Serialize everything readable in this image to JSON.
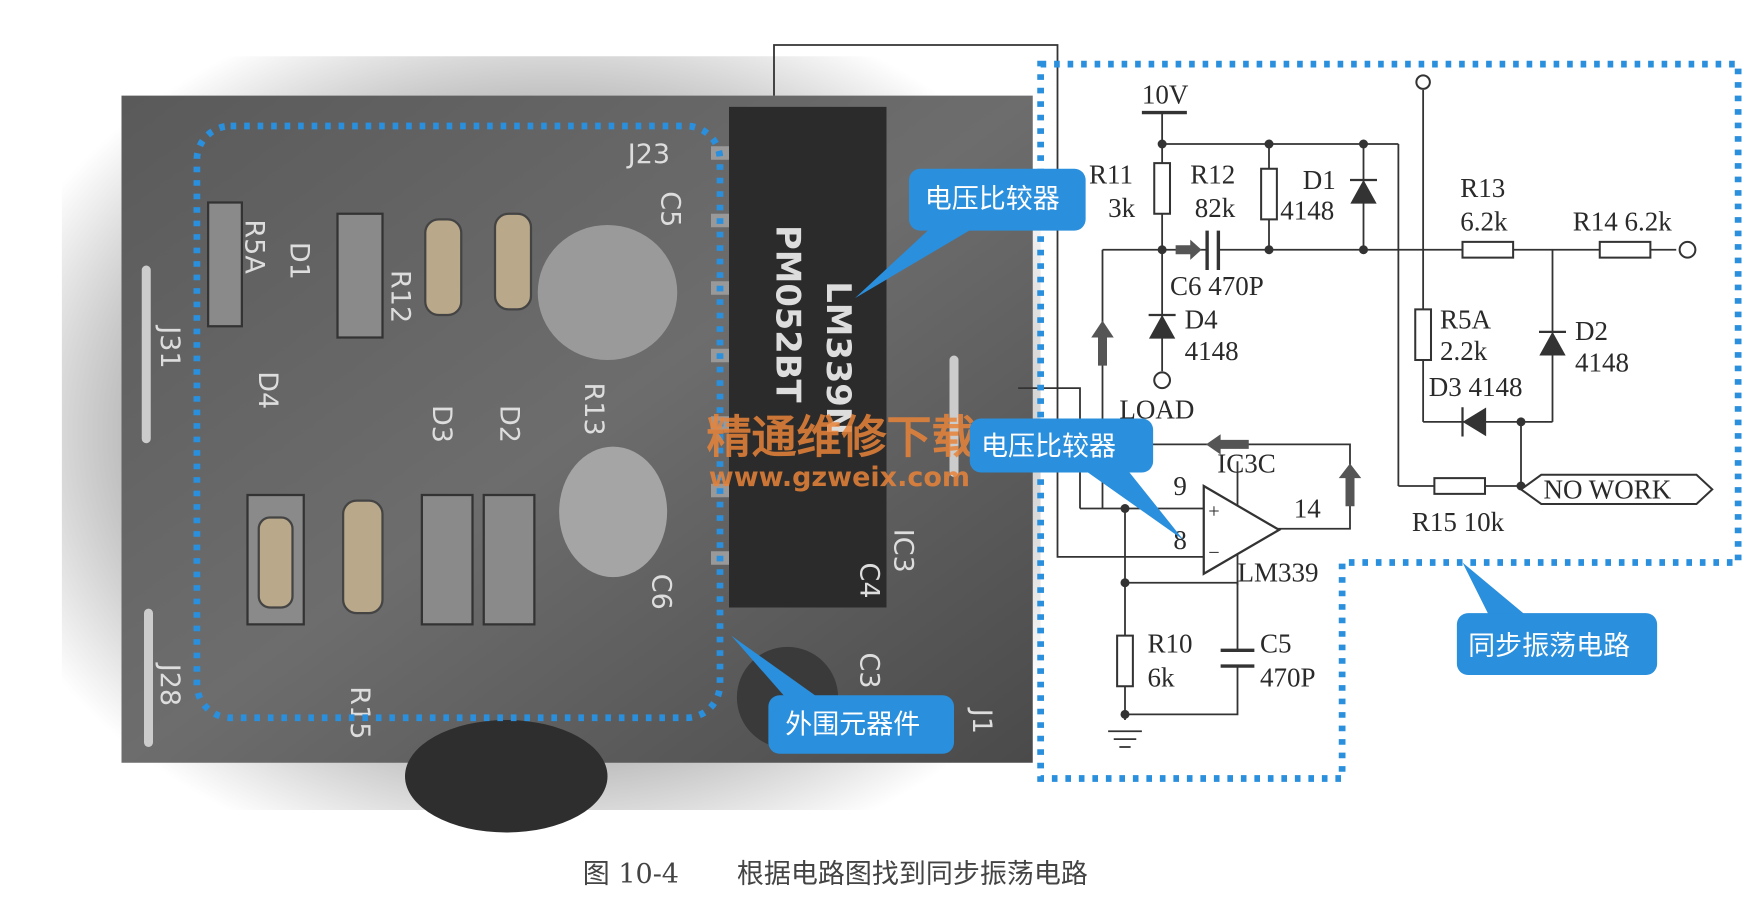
{
  "caption": {
    "figure": "图 10-4",
    "title": "根据电路图找到同步振荡电路"
  },
  "callouts": {
    "comparator_top": "电压比较器",
    "comparator_mid": "电压比较器",
    "peripheral": "外围元器件",
    "sync_osc": "同步振荡电路"
  },
  "watermark": {
    "cn": "精通维修下载",
    "url": "www.gzweix.com"
  },
  "pcb_labels": {
    "j23": "J23",
    "c5": "C5",
    "r5a": "R5A",
    "d1": "D1",
    "r12": "R12",
    "j31": "J31",
    "d4": "D4",
    "d3": "D3",
    "d2": "D2",
    "r13": "R13",
    "c6": "C6",
    "j28": "J28",
    "r15": "R15",
    "ic3": "IC3",
    "c4": "C4",
    "c3": "C3",
    "j1": "J1",
    "chip1": "PM052BT",
    "chip2": "LM339N"
  },
  "schematic": {
    "supply": "10V",
    "r11": {
      "name": "R11",
      "value": "3k"
    },
    "r12": {
      "name": "R12",
      "value": "82k"
    },
    "d1": {
      "name": "D1",
      "value": "4148"
    },
    "r13": {
      "name": "R13",
      "value": "6.2k"
    },
    "r14": "R14 6.2k",
    "c6": "C6 470P",
    "d4": {
      "name": "D4",
      "value": "4148"
    },
    "load": "LOAD",
    "r5a": {
      "name": "R5A",
      "value": "2.2k"
    },
    "d2": {
      "name": "D2",
      "value": "4148"
    },
    "d3": "D3 4148",
    "ic": "IC3C",
    "pin9": "9",
    "pin8": "8",
    "pin14": "14",
    "plus": "+",
    "minus": "−",
    "opamp": "LM339",
    "r15": "R15 10k",
    "nowork": "NO WORK",
    "r10": {
      "name": "R10",
      "value": "6k"
    },
    "c5": {
      "name": "C5",
      "value": "470P"
    }
  },
  "colors": {
    "accent": "#2a8fdc",
    "watermark": "#e8843a"
  }
}
